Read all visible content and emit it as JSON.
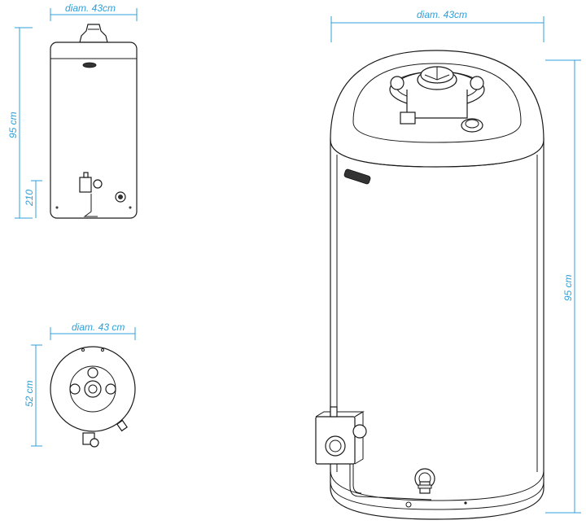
{
  "colors": {
    "dimension": "#2f9fd8",
    "line": "#1a1a1a"
  },
  "front_view": {
    "width_label": "diam. 43cm",
    "height_label": "95 cm",
    "connection_height_label": "210"
  },
  "top_view": {
    "width_label": "diam. 43 cm",
    "depth_label": "52 cm"
  },
  "perspective_view": {
    "width_label": "diam. 43cm",
    "height_label": "95 cm"
  }
}
